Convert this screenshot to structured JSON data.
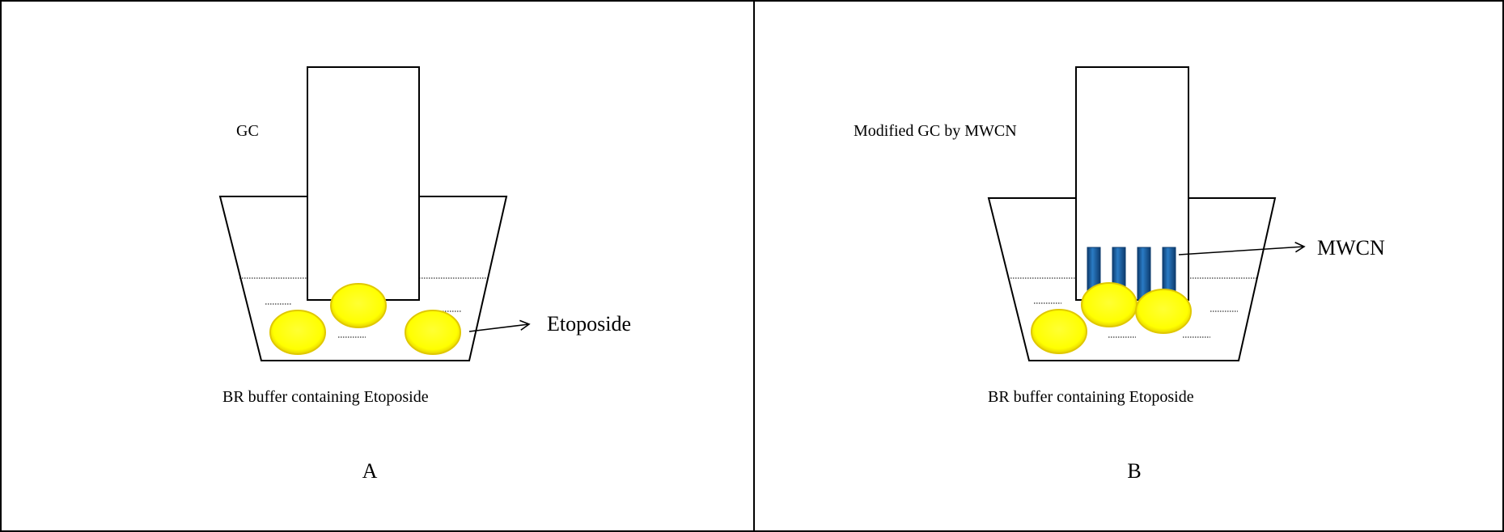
{
  "panel_a": {
    "electrode_label": "GC",
    "pointer_label": "Etoposide",
    "caption": "BR buffer containing Etoposide",
    "panel_letter": "A"
  },
  "panel_b": {
    "electrode_label": "Modified GC by MWCN",
    "pointer_label": "MWCN",
    "caption": "BR buffer containing Etoposide",
    "panel_letter": "B"
  },
  "colors": {
    "molecule_fill": "#ffff00",
    "molecule_stroke": "#e0c800",
    "nanotube_fill": "#1f5fa0",
    "nanotube_dark": "#0d3b6e",
    "line": "#000000"
  }
}
